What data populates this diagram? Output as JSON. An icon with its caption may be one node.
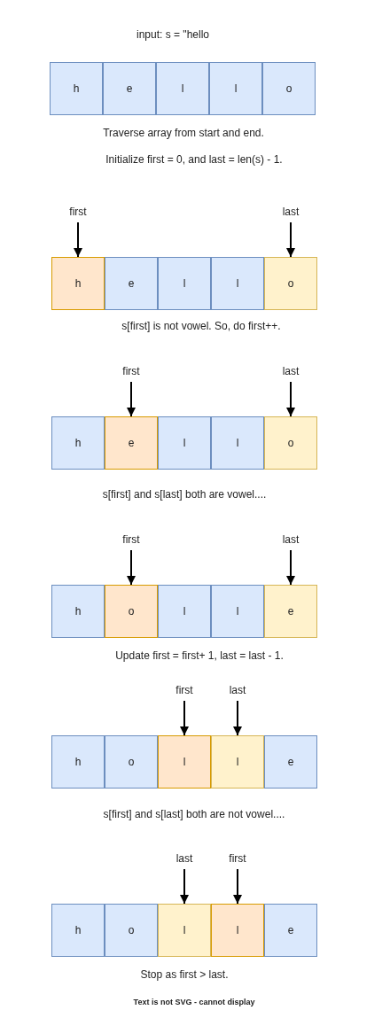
{
  "diagram": {
    "nodes": [
      {
        "text": [
          "h"
        ]
      },
      {
        "text": [
          "e"
        ]
      },
      {
        "text": [
          "l"
        ]
      },
      {
        "text": [
          "l"
        ]
      },
      {
        "text": [
          "o"
        ]
      },
      {
        "text": [
          "first"
        ]
      },
      {
        "text": [
          "last"
        ]
      },
      {
        "text": [
          "h"
        ]
      },
      {
        "text": [
          "e"
        ]
      },
      {
        "text": [
          "l"
        ]
      },
      {
        "text": [
          "l"
        ]
      },
      {
        "text": [
          "o"
        ]
      },
      {
        "text": [
          "first"
        ]
      },
      {
        "text": [
          "last"
        ]
      },
      {
        "text": [
          "h"
        ]
      },
      {
        "text": [
          "e"
        ]
      },
      {
        "text": [
          "l"
        ]
      },
      {
        "text": [
          "l"
        ]
      },
      {
        "text": [
          "o"
        ]
      },
      {
        "text": [
          "first"
        ]
      },
      {
        "text": [
          "last"
        ]
      },
      {
        "text": [
          "h"
        ]
      },
      {
        "text": [
          "o"
        ]
      },
      {
        "text": [
          "l"
        ]
      },
      {
        "text": [
          "l"
        ]
      },
      {
        "text": [
          "e"
        ]
      },
      {
        "text": [
          "first"
        ]
      },
      {
        "text": [
          "last"
        ]
      },
      {
        "text": [
          "h"
        ]
      },
      {
        "text": [
          "o"
        ]
      },
      {
        "text": [
          "l"
        ]
      },
      {
        "text": [
          "l"
        ]
      },
      {
        "text": [
          "e"
        ]
      },
      {
        "text": [
          "last"
        ]
      },
      {
        "text": [
          "first"
        ]
      },
      {
        "text": [
          "h"
        ]
      },
      {
        "text": [
          "o"
        ]
      },
      {
        "text": [
          "l"
        ]
      },
      {
        "text": [
          "l"
        ]
      },
      {
        "text": [
          "e"
        ]
      }
    ],
    "edges": [
      {
        "from": 5,
        "to": 7,
        "arrow": "to"
      },
      {
        "from": 6,
        "to": 11,
        "arrow": "to"
      },
      {
        "from": 12,
        "to": 15,
        "arrow": "to"
      },
      {
        "from": 13,
        "to": 18,
        "arrow": "to"
      },
      {
        "from": 19,
        "to": 22,
        "arrow": "to"
      },
      {
        "from": 20,
        "to": 25,
        "arrow": "to"
      },
      {
        "from": 26,
        "to": 30,
        "arrow": "to"
      },
      {
        "from": 27,
        "to": 31,
        "arrow": "to"
      },
      {
        "from": 33,
        "to": 37,
        "arrow": "to"
      },
      {
        "from": 34,
        "to": 38,
        "arrow": "to"
      }
    ],
    "labels": [
      "input: s = \"hello",
      "Traverse array from start and end.",
      "Initialize first = 0, and last = len(s) - 1.",
      "s[first] is not vowel. So, do first++.",
      "s[first] and s[last] both are vowel....",
      "Update first = first+ 1, last = last - 1.",
      "s[first] and s[last] both are not vowel....",
      "Stop as first > last.",
      "Text is not SVG - cannot display"
    ]
  }
}
